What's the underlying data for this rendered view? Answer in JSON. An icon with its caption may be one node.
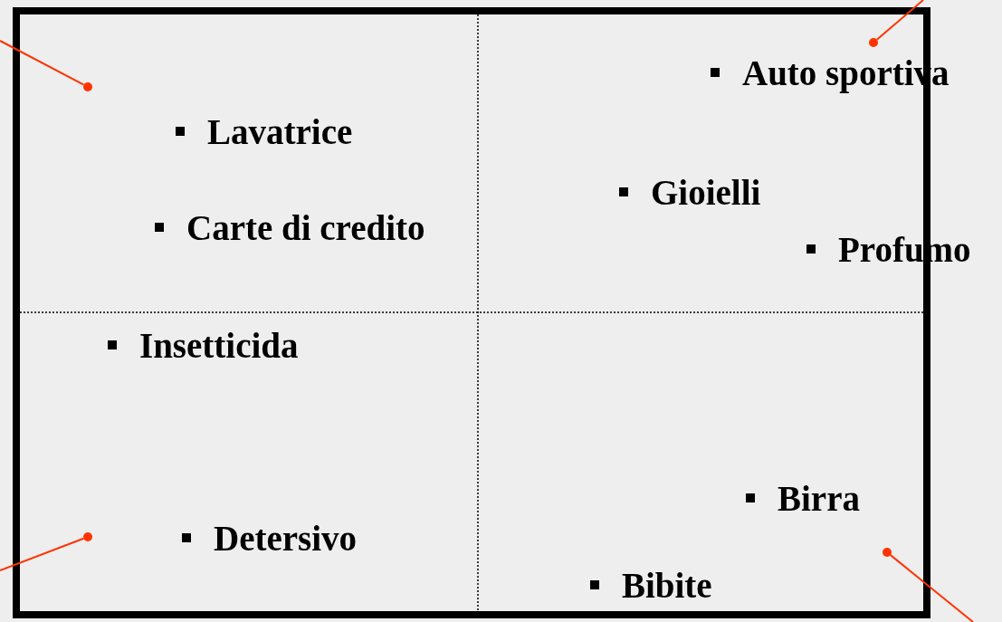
{
  "diagram": {
    "nodes": [
      {
        "text": [],
        "shape": "circle"
      },
      {
        "text": [],
        "shape": "circle"
      },
      {
        "text": [],
        "shape": "circle"
      },
      {
        "text": [],
        "shape": "circle"
      }
    ],
    "edges": [
      {
        "from": null,
        "to": 0,
        "arrow": "none",
        "color": "#ff3300"
      },
      {
        "from": null,
        "to": 1,
        "arrow": "none",
        "color": "#ff3300"
      },
      {
        "from": null,
        "to": 2,
        "arrow": "none",
        "color": "#ff3300"
      },
      {
        "from": null,
        "to": 3,
        "arrow": "none",
        "color": "#ff3300"
      }
    ],
    "labels": [
      "Auto sportiva",
      "Lavatrice",
      "Gioielli",
      "Carte di credito",
      "Profumo",
      "Insetticida",
      "Birra",
      "Detersivo",
      "Bibite"
    ]
  }
}
